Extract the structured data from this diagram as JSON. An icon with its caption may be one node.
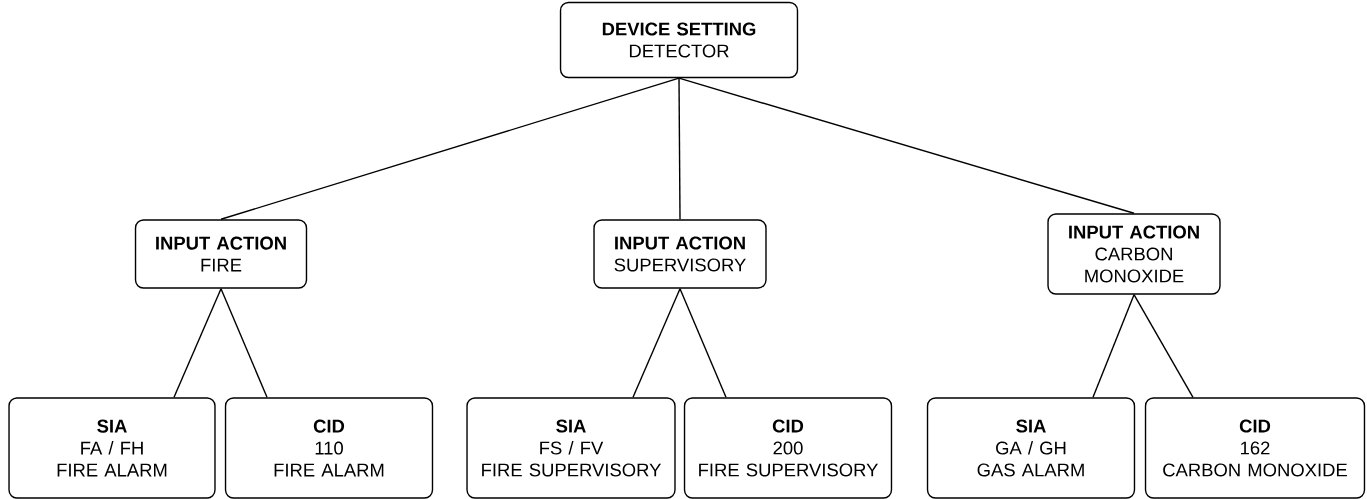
{
  "diagram": {
    "nodes": [
      {
        "text": [
          "DEVICE SETTING",
          "DETECTOR"
        ]
      },
      {
        "text": [
          "INPUT ACTION",
          "FIRE"
        ]
      },
      {
        "text": [
          "INPUT ACTION",
          "SUPERVISORY"
        ]
      },
      {
        "text": [
          "INPUT ACTION",
          "CARBON MONOXIDE"
        ]
      },
      {
        "text": [
          "SIA",
          "FA / FH",
          "FIRE ALARM"
        ]
      },
      {
        "text": [
          "CID",
          "110",
          "FIRE ALARM"
        ]
      },
      {
        "text": [
          "SIA",
          "FS / FV",
          "FIRE SUPERVISORY"
        ]
      },
      {
        "text": [
          "CID",
          "200",
          "FIRE SUPERVISORY"
        ]
      },
      {
        "text": [
          "SIA",
          "GA / GH",
          "GAS ALARM"
        ]
      },
      {
        "text": [
          "CID",
          "162",
          "CARBON MONOXIDE"
        ]
      }
    ],
    "edges": [
      {
        "from": 0,
        "to": 1,
        "arrow": "none"
      },
      {
        "from": 0,
        "to": 2,
        "arrow": "none"
      },
      {
        "from": 0,
        "to": 3,
        "arrow": "none"
      },
      {
        "from": 1,
        "to": 4,
        "arrow": "none"
      },
      {
        "from": 1,
        "to": 5,
        "arrow": "none"
      },
      {
        "from": 2,
        "to": 6,
        "arrow": "none"
      },
      {
        "from": 2,
        "to": 7,
        "arrow": "none"
      },
      {
        "from": 3,
        "to": 8,
        "arrow": "none"
      },
      {
        "from": 3,
        "to": 9,
        "arrow": "none"
      }
    ]
  }
}
